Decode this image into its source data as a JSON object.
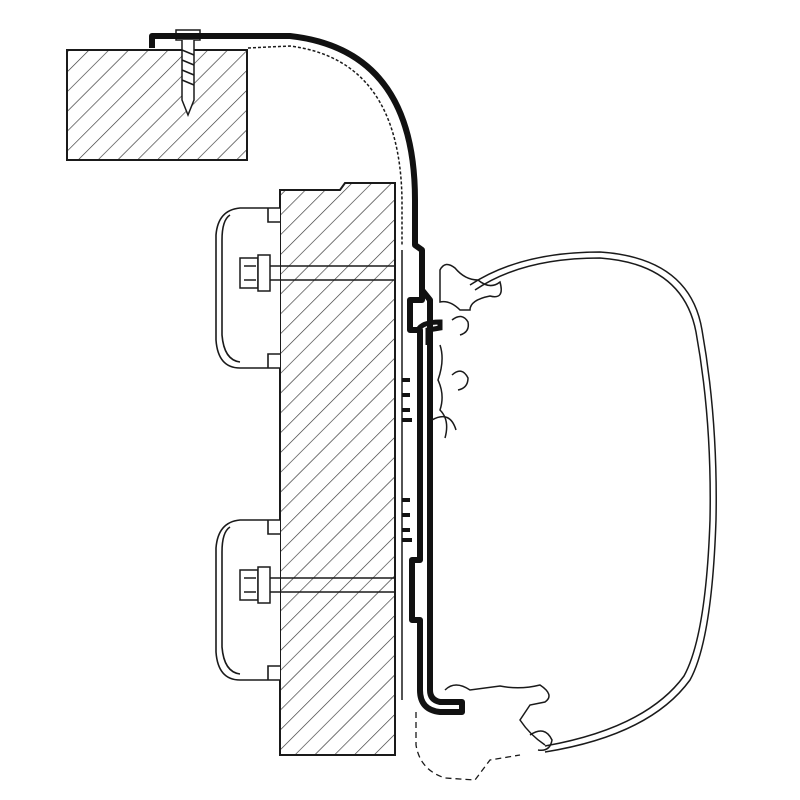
{
  "diagram": {
    "subject": "awning-adapter-rail-cross-section",
    "colors": {
      "background": "#ffffff",
      "line": "#1a1a1a",
      "profile_fill": "#111111",
      "hatch": "#333333"
    },
    "parts": [
      "roof-block",
      "wall-block",
      "upper-bracket",
      "lower-bracket",
      "upper-bolt",
      "lower-bolt",
      "top-screw",
      "adapter-profile",
      "awning-case",
      "dashed-outline"
    ]
  }
}
